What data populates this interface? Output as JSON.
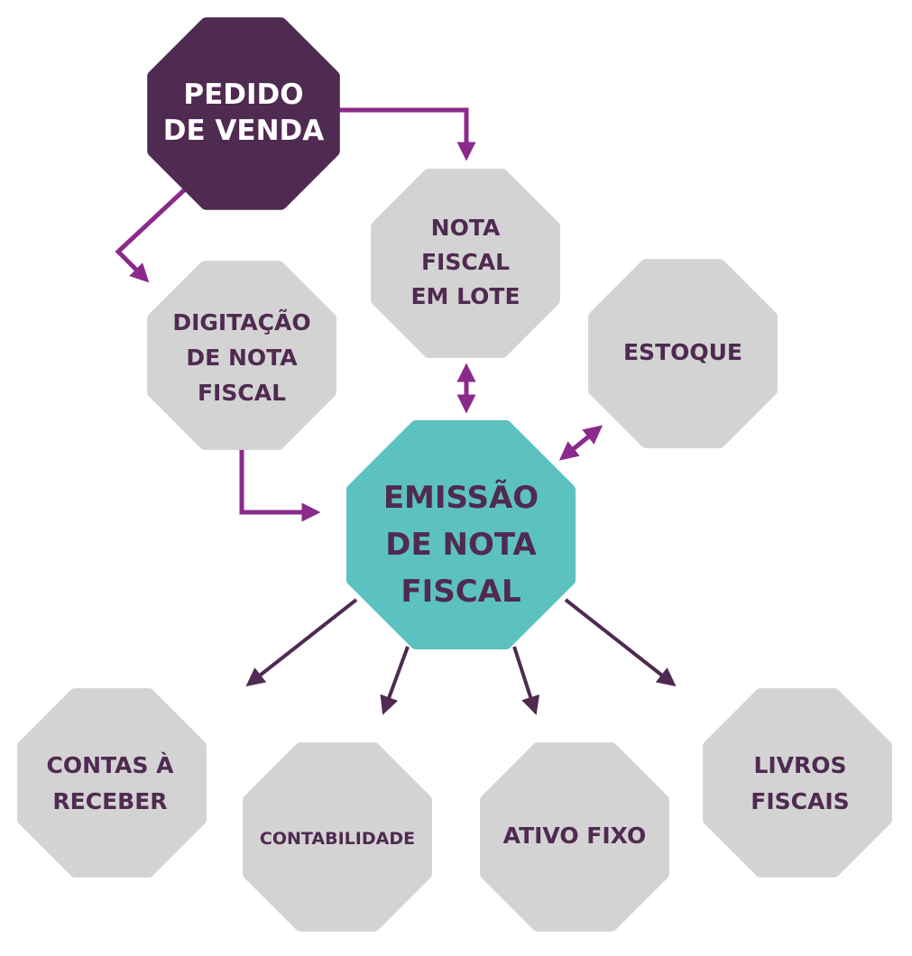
{
  "diagram": {
    "colors": {
      "dark_purple": "#4f2a51",
      "teal": "#5cc2bf",
      "gray": "#d3d3d3",
      "bright_purple": "#8b2a8a",
      "label_purple": "#4f2a51",
      "label_white": "#ffffff"
    },
    "nodes": {
      "pedido": {
        "lines": [
          "PEDIDO",
          "DE VENDA"
        ]
      },
      "nota_lote": {
        "lines": [
          "NOTA",
          "FISCAL",
          "EM LOTE"
        ]
      },
      "digitacao": {
        "lines": [
          "DIGITAÇÃO",
          "DE NOTA",
          "FISCAL"
        ]
      },
      "estoque": {
        "lines": [
          "ESTOQUE"
        ]
      },
      "emissao": {
        "lines": [
          "EMISSÃO",
          "DE NOTA",
          "FISCAL"
        ]
      },
      "contas": {
        "lines": [
          "CONTAS À",
          "RECEBER"
        ]
      },
      "contabilidade": {
        "lines": [
          "CONTABILIDADE"
        ]
      },
      "ativo": {
        "lines": [
          "ATIVO FIXO"
        ]
      },
      "livros": {
        "lines": [
          "LIVROS",
          "FISCAIS"
        ]
      }
    }
  }
}
